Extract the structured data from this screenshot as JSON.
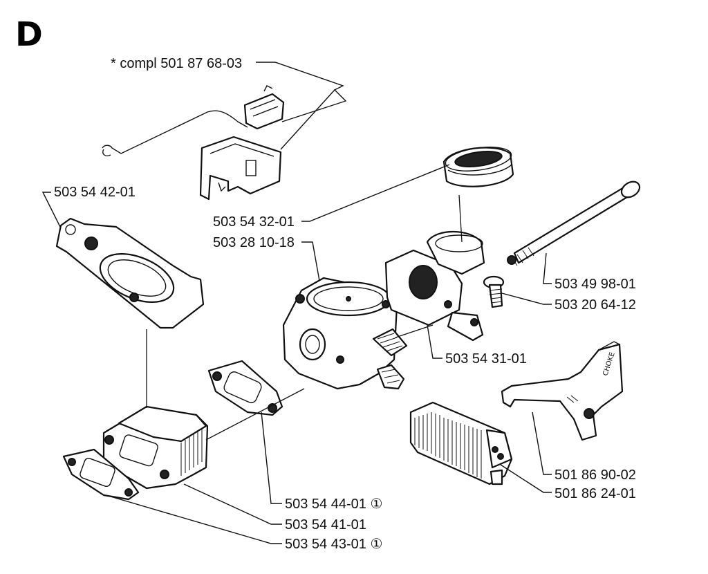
{
  "section_letter": "D",
  "labels": {
    "compl": "* compl 501 87 68-03",
    "p_503_54_42_01": "503 54 42-01",
    "p_503_54_32_01": "503 54 32-01",
    "p_503_28_10_18": "503 28 10-18",
    "p_503_49_98_01": "503 49 98-01",
    "p_503_20_64_12": "503 20 64-12",
    "p_503_54_31_01": "503 54 31-01",
    "p_501_86_90_02": "501 86 90-02",
    "p_501_86_24_01": "501 86 24-01",
    "p_503_54_44_01": "503 54 44-01 ①",
    "p_503_54_41_01": "503 54 41-01",
    "p_503_54_43_01": "503 54 43-01 ①"
  },
  "stamp_text": "CHOKE"
}
